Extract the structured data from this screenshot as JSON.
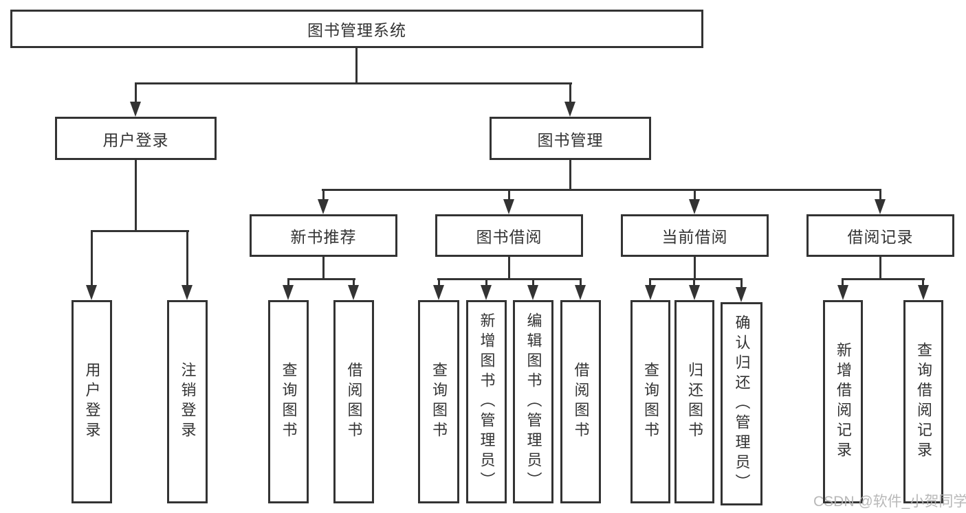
{
  "watermark": "CSDN @软件_小贺同学",
  "colors": {
    "line": "#333333",
    "text": "#333333",
    "background": "#ffffff",
    "watermark": "#b2b2b2"
  },
  "tree": {
    "root": "图书管理系统",
    "user_login": {
      "label": "用户登录",
      "children": {
        "login": "用户登录",
        "logout": "注销登录"
      }
    },
    "book_mgmt": {
      "label": "图书管理",
      "children": {
        "new_book_rec": {
          "label": "新书推荐",
          "children": {
            "query_books": "查询图书",
            "borrow_books": "借阅图书"
          }
        },
        "book_borrow": {
          "label": "图书借阅",
          "children": {
            "query_books": "查询图书",
            "add_books": "新增图书（管理员）",
            "edit_books": "编辑图书（管理员）",
            "borrow_books": "借阅图书"
          }
        },
        "current_borrow": {
          "label": "当前借阅",
          "children": {
            "query_books": "查询图书",
            "return_books": "归还图书",
            "confirm_return": "确认归还（管理员）"
          }
        },
        "borrow_records": {
          "label": "借阅记录",
          "children": {
            "add_record": "新增借阅记录",
            "query_record": "查询借阅记录"
          }
        }
      }
    }
  }
}
